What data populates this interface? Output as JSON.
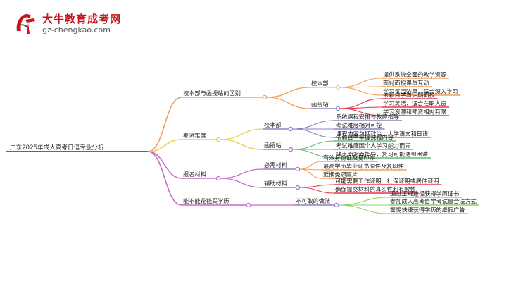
{
  "header": {
    "site_name": "大牛教育成考网",
    "site_url": "gz-chengkao.com",
    "logo_text": "大牛"
  },
  "mindmap": {
    "root": "广东2025年成人高考日语专业分析",
    "branches": [
      {
        "label": "校本部与函授站的区别",
        "color": "#f0a05a",
        "children": [
          {
            "label": "校本部",
            "color": "#bfe08a",
            "children": [
              "提供系统全面的教学资源",
              "面对面授课与互动",
              "学习氛围浓厚，适合深入学习"
            ],
            "leaf_color": "#f0a05a"
          },
          {
            "label": "函授站",
            "color": "#8f80c4",
            "children": [
              "依赖自学与定期面授",
              "学习灵活，适合在职人员",
              "学习资源和师资相对有限"
            ],
            "leaf_color": "#e8364f"
          }
        ]
      },
      {
        "label": "考试难度",
        "color": "#e8d24a",
        "children": [
          {
            "label": "校本部",
            "color": "#8f80c4",
            "children": [
              "系统课程安排与教师指导",
              "考试难度相对可控",
              "课程内容包括政治、大学语文和日语"
            ],
            "leaf_color": "#8f80c4"
          },
          {
            "label": "函授站",
            "color": "#8f80c4",
            "children": [
              "依赖自学掌握课程内容",
              "考试难度因个人学习能力而异",
              "缺乏面对面指导，复习可能遇到困难"
            ],
            "leaf_color": "#5fbf7a"
          }
        ]
      },
      {
        "label": "报名材料",
        "color": "#c86bc8",
        "children": [
          {
            "label": "必需材料",
            "color": "#8f80c4",
            "children": [
              "有效身份证及复印件",
              "最高学历毕业证书原件及复印件",
              "近期免冠照片"
            ],
            "leaf_color": "#f0a05a"
          },
          {
            "label": "辅助材料",
            "color": "#8f80c4",
            "children": [
              "可能需要工作证明、社保证明或居住证明",
              "确保提交材料的真实性和有效性"
            ],
            "leaf_color": "#e8364f"
          }
        ]
      },
      {
        "label": "能不能花钱买学历",
        "color": "#c86bc8",
        "children": [
          {
            "label": "不可取的做法",
            "color": "#8f80c4",
            "children": [
              "通过正规途径获得学历证书",
              "参加成人高考自学考试是合法方式",
              "警惕快速获得学历的虚假广告"
            ],
            "leaf_color": "#8fd06a"
          }
        ]
      }
    ]
  }
}
